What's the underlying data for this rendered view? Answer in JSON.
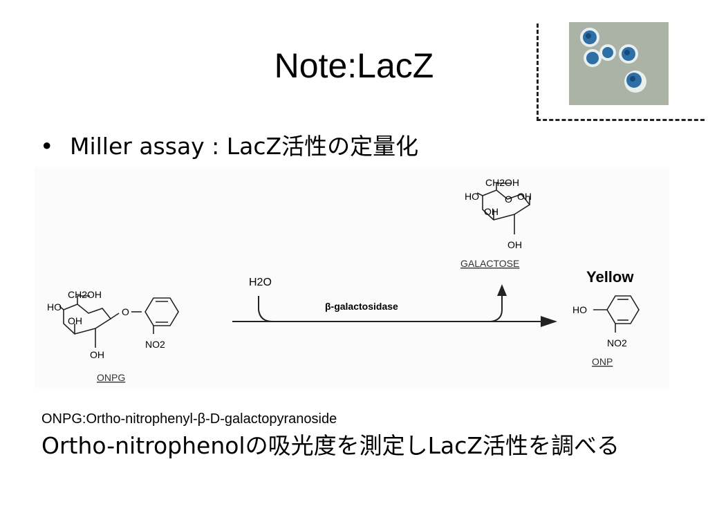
{
  "slide": {
    "title": "Note:LacZ",
    "bullet": "Miller assay : LacZ活性の定量化",
    "caption_definition": "ONPG:Ortho-nitrophenyl-β-D-galactopyranoside",
    "caption_main": "Ortho-nitrophenolの吸光度を測定しLacZ活性を調べる"
  },
  "diagram": {
    "onpg": {
      "ch2oh": "CH2OH",
      "ho": "HO",
      "oh_ring": "OH",
      "oh_bottom": "OH",
      "o_link": "O",
      "no2": "NO2",
      "name": "ONPG"
    },
    "reaction": {
      "water": "H2O",
      "enzyme": "β-galactosidase"
    },
    "galactose": {
      "ch2oh": "CH2OH",
      "ho": "HO",
      "o_ring": "O",
      "oh_right": "OH",
      "oh_ring": "OH",
      "oh_bottom": "OH",
      "name": "GALACTOSE"
    },
    "onp": {
      "color_word": "Yellow",
      "ho": "HO",
      "no2": "NO2",
      "name": "ONP"
    }
  },
  "photo": {
    "description_icon": "blue-colonies-photo",
    "background": "#a9b3a4",
    "colony_color": "#2a6fa8"
  }
}
